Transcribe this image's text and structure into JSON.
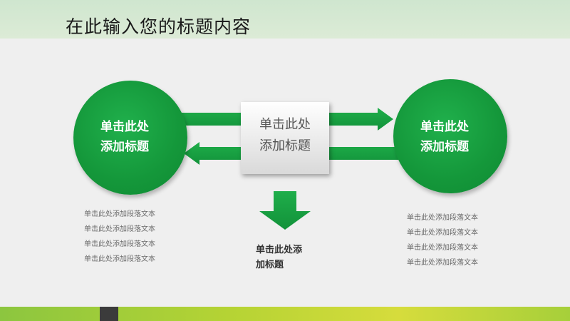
{
  "title": "在此输入您的标题内容",
  "left_circle": {
    "line1": "单击此处",
    "line2": "添加标题"
  },
  "center_box": {
    "line1": "单击此处",
    "line2": "添加标题"
  },
  "right_circle": {
    "line1": "单击此处",
    "line2": "添加标题"
  },
  "center_label": {
    "line1": "单击此处添",
    "line2": "加标题"
  },
  "left_paragraph": [
    "单击此处添加段落文本",
    "单击此处添加段落文本",
    "单击此处添加段落文本",
    "单击此处添加段落文本"
  ],
  "right_paragraph": [
    "单击此处添加段落文本",
    "单击此处添加段落文本",
    "单击此处添加段落文本",
    "单击此处添加段落文本"
  ],
  "colors": {
    "accent_green": "#14973a",
    "header": "#cfe6cf",
    "ground": "#b5d334"
  }
}
